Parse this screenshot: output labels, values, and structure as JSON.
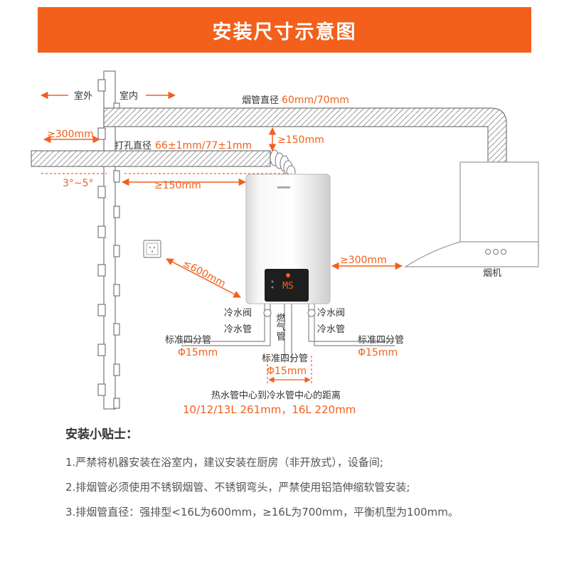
{
  "header": {
    "title": "安装尺寸示意图"
  },
  "labels": {
    "outdoor": "室外",
    "indoor": "室内",
    "flue_diameter_prefix": "烟管直径",
    "flue_diameter_value": "60mm/70mm",
    "outside_length": "≥300mm",
    "hole_diameter_prefix": "打孔直径",
    "hole_diameter_value": "66±1mm/77±1mm",
    "vertical_150": "≥150mm",
    "slope": "3°~5°",
    "horizontal_150": "≥150mm",
    "socket_distance": "≤600mm",
    "hood_distance": "≥300mm",
    "hood_name": "烟机",
    "cold_valve_left": "冷水阀",
    "cold_pipe_left": "冷水管",
    "cold_valve_right": "冷水阀",
    "cold_pipe_right": "冷水管",
    "gas_pipe": "燃气管",
    "std_pipe_left": "标准四分管",
    "std_pipe_left_size": "Φ15mm",
    "std_pipe_right": "标准四分管",
    "std_pipe_right_size": "Φ15mm",
    "std_pipe_center": "标准四分管",
    "std_pipe_center_size": "Φ15mm",
    "distance_caption": "热水管中心到冷水管中心的距离",
    "distance_values": "10/12/13L 261mm，16L 220mm",
    "display_mode": "MS"
  },
  "tips": {
    "title": "安装小贴士：",
    "items": [
      "1.严禁将机器安装在浴室内，建议安装在厨房（非开放式），设备间;",
      "2.排烟管必须使用不锈钢烟管、不锈钢弯头，严禁使用铝箔伸缩软管安装;",
      "3.排烟管直径：强排型<16L为600mm，≥16L为700mm，平衡机型为100mm。"
    ]
  },
  "colors": {
    "accent": "#f2601c",
    "line": "#888888",
    "text": "#333333"
  },
  "icons": [
    "socket-icon",
    "range-hood-icon",
    "water-heater-icon",
    "control-panel-icon"
  ]
}
